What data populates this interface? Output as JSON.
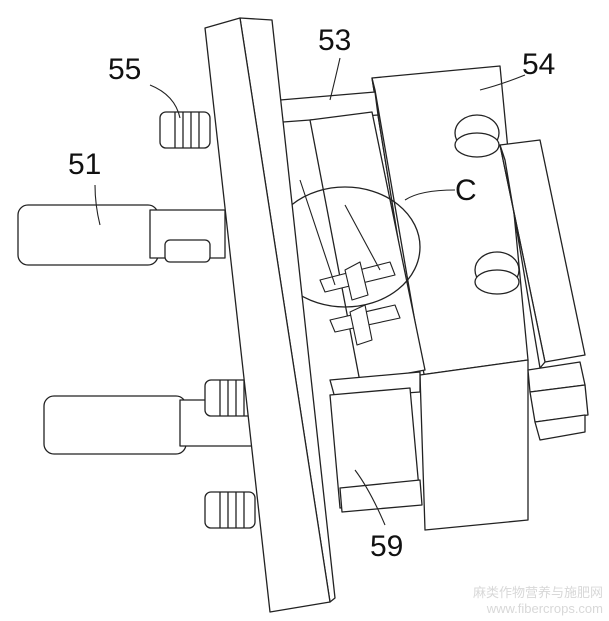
{
  "labels": {
    "l53": "53",
    "l54": "54",
    "l55": "55",
    "l51": "51",
    "lC": "C",
    "l59": "59"
  },
  "watermark": {
    "line1": "麻类作物营养与施肥网",
    "line2": "www.fibercrops.com"
  }
}
